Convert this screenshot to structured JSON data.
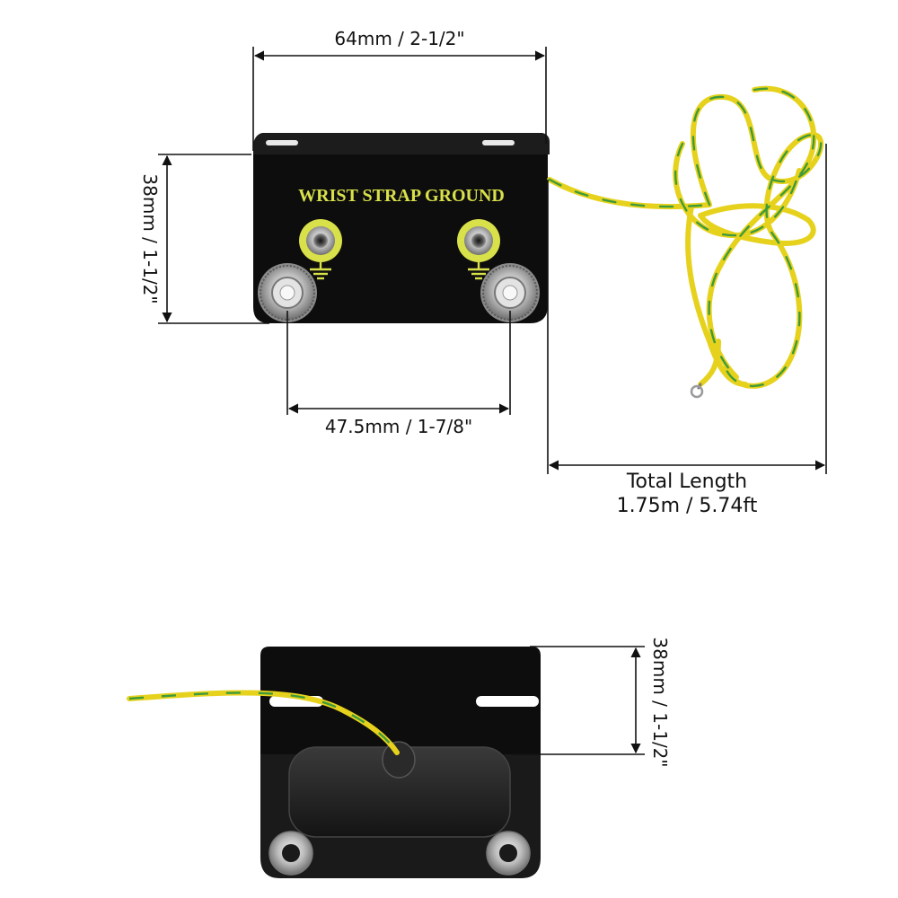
{
  "front_view": {
    "label": "WRIST STRAP GROUND",
    "dim_width": "64mm / 2-1/2\"",
    "dim_height": "38mm / 1-1/2\"",
    "dim_spacing": "47.5mm / 1-7/8\"",
    "dim_total_line1": "Total Length",
    "dim_total_line2": "1.75m / 5.74ft"
  },
  "back_view": {
    "dim_height": "38mm / 1-1/2\""
  },
  "colors": {
    "bracket": "#0d0d0d",
    "label_text": "#d8e04a",
    "wire_yellow": "#e6d21c",
    "wire_green": "#3f9a3a",
    "stud": "#c9c9c9",
    "dimension_line": "#111111"
  }
}
